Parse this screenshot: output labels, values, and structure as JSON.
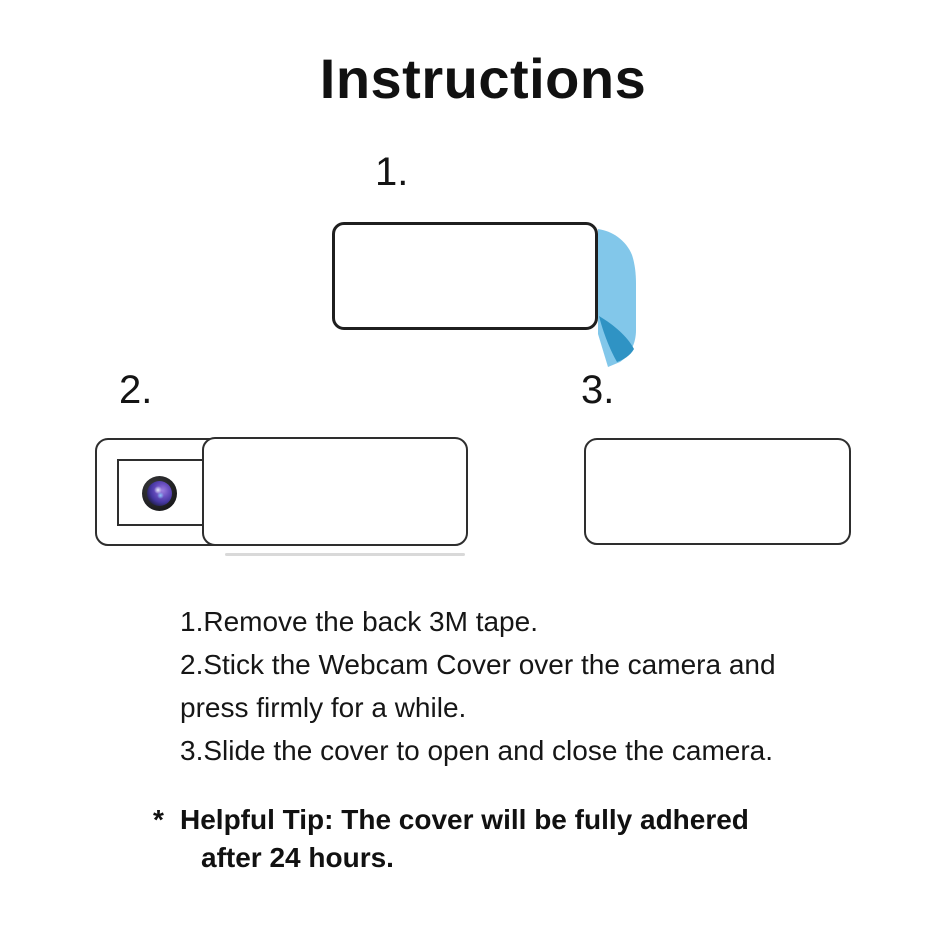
{
  "page": {
    "title": "Instructions",
    "background": "#ffffff"
  },
  "steps": {
    "step1": {
      "label": "1."
    },
    "step2": {
      "label": "2."
    },
    "step3": {
      "label": "3."
    }
  },
  "instructions": {
    "line1": "1.Remove the back 3M tape.",
    "line2": "2.Stick the Webcam Cover over the camera and",
    "line3": "press firmly for a while.",
    "line4": "3.Slide the cover to open and close the camera."
  },
  "tip": {
    "marker": "*",
    "line1": "Helpful Tip: The cover will be fully adhered",
    "line2": "after 24 hours."
  },
  "colors": {
    "tape_light": "#82c7ea",
    "tape_dark": "#2f93c4",
    "outline_dark": "#1f1f1f",
    "outline_thin": "#2e2e2e",
    "lens_purple": "#6a4fc0",
    "text": "#1a1a1a"
  },
  "icons": {
    "tape": "tape-peel",
    "lens": "camera-lens"
  }
}
